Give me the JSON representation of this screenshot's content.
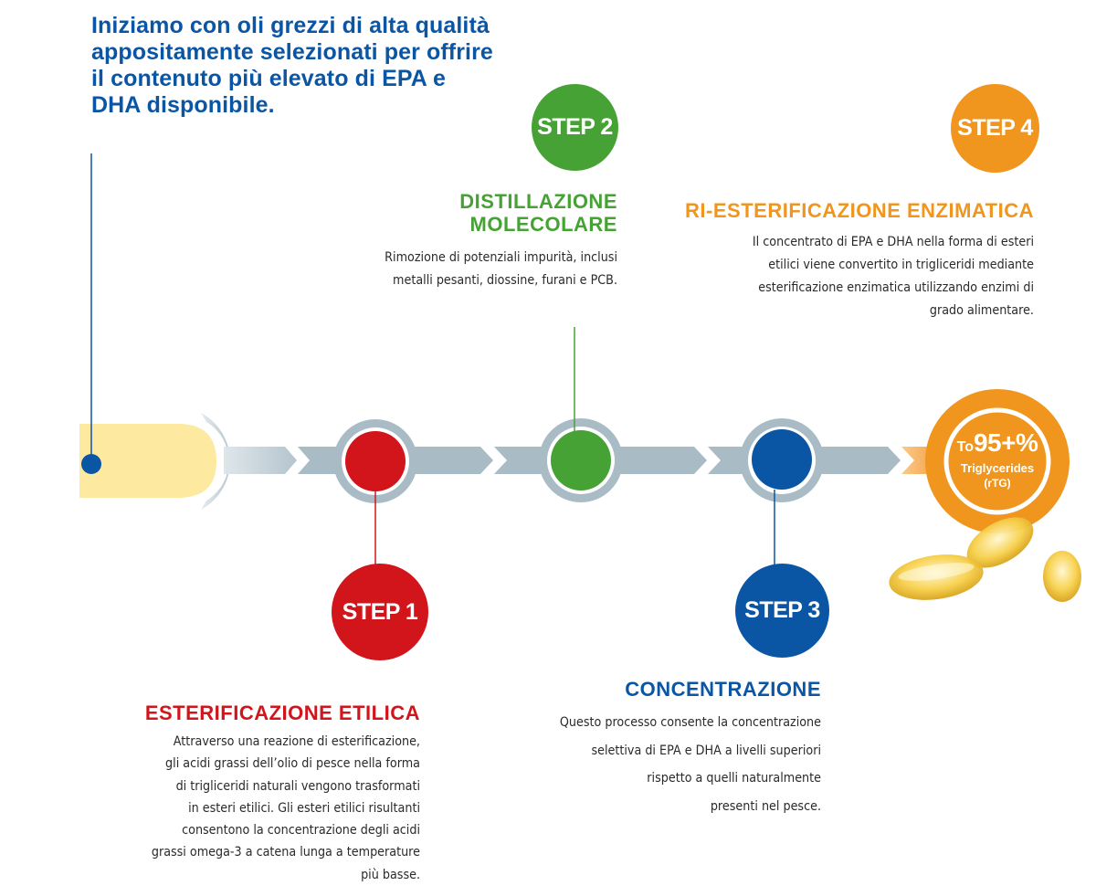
{
  "intro": {
    "text": "Iniziamo con oli grezzi di alta qualità appositamente selezionati per offrire il contenuto più elevato di EPA e DHA disponibile.",
    "color": "#0b56a4"
  },
  "steps": [
    {
      "badge": "STEP 1",
      "title": "ESTERIFICAZIONE ETILICA",
      "description": "Attraverso una reazione di esterificazione,\ngli acidi grassi dell’olio di pesce nella forma\ndi trigliceridi naturali vengono trasformati\nin esteri etilici. Gli esteri etilici risultanti\nconsentono la concentrazione degli acidi\ngrassi omega-3 a catena lunga a temperature\npiù basse.",
      "color": "#d2141b"
    },
    {
      "badge": "STEP 2",
      "title": "DISTILLAZIONE MOLECOLARE",
      "title_lines": [
        "DISTILLAZIONE",
        "MOLECOLARE"
      ],
      "description": "Rimozione di potenziali impurità, inclusi\nmetalli pesanti, diossine, furani e PCB.",
      "color": "#47a235"
    },
    {
      "badge": "STEP 3",
      "title": "CONCENTRAZIONE",
      "description": "Questo processo consente la concentrazione\nselettiva di EPA e DHA a livelli superiori\nrispetto a quelli naturalmente\npresenti nel pesce.",
      "color": "#0b56a4"
    },
    {
      "badge": "STEP 4",
      "title": "RI-ESTERIFICAZIONE ENZIMATICA",
      "description": "Il concentrato di EPA e DHA nella forma di esteri\netilici viene convertito in trigliceridi mediante\nesterificazione enzimatica utilizzando enzimi di\ngrado alimentare.",
      "color": "#f0961e"
    }
  ],
  "result": {
    "prefix": "To",
    "value": "95+%",
    "label": "Triglycerides",
    "sublabel": "(rTG)",
    "color": "#f0961e"
  },
  "colors": {
    "track": "#a9bcc5",
    "start_bar": "#fde9a0",
    "text": "#2a2a2a"
  }
}
